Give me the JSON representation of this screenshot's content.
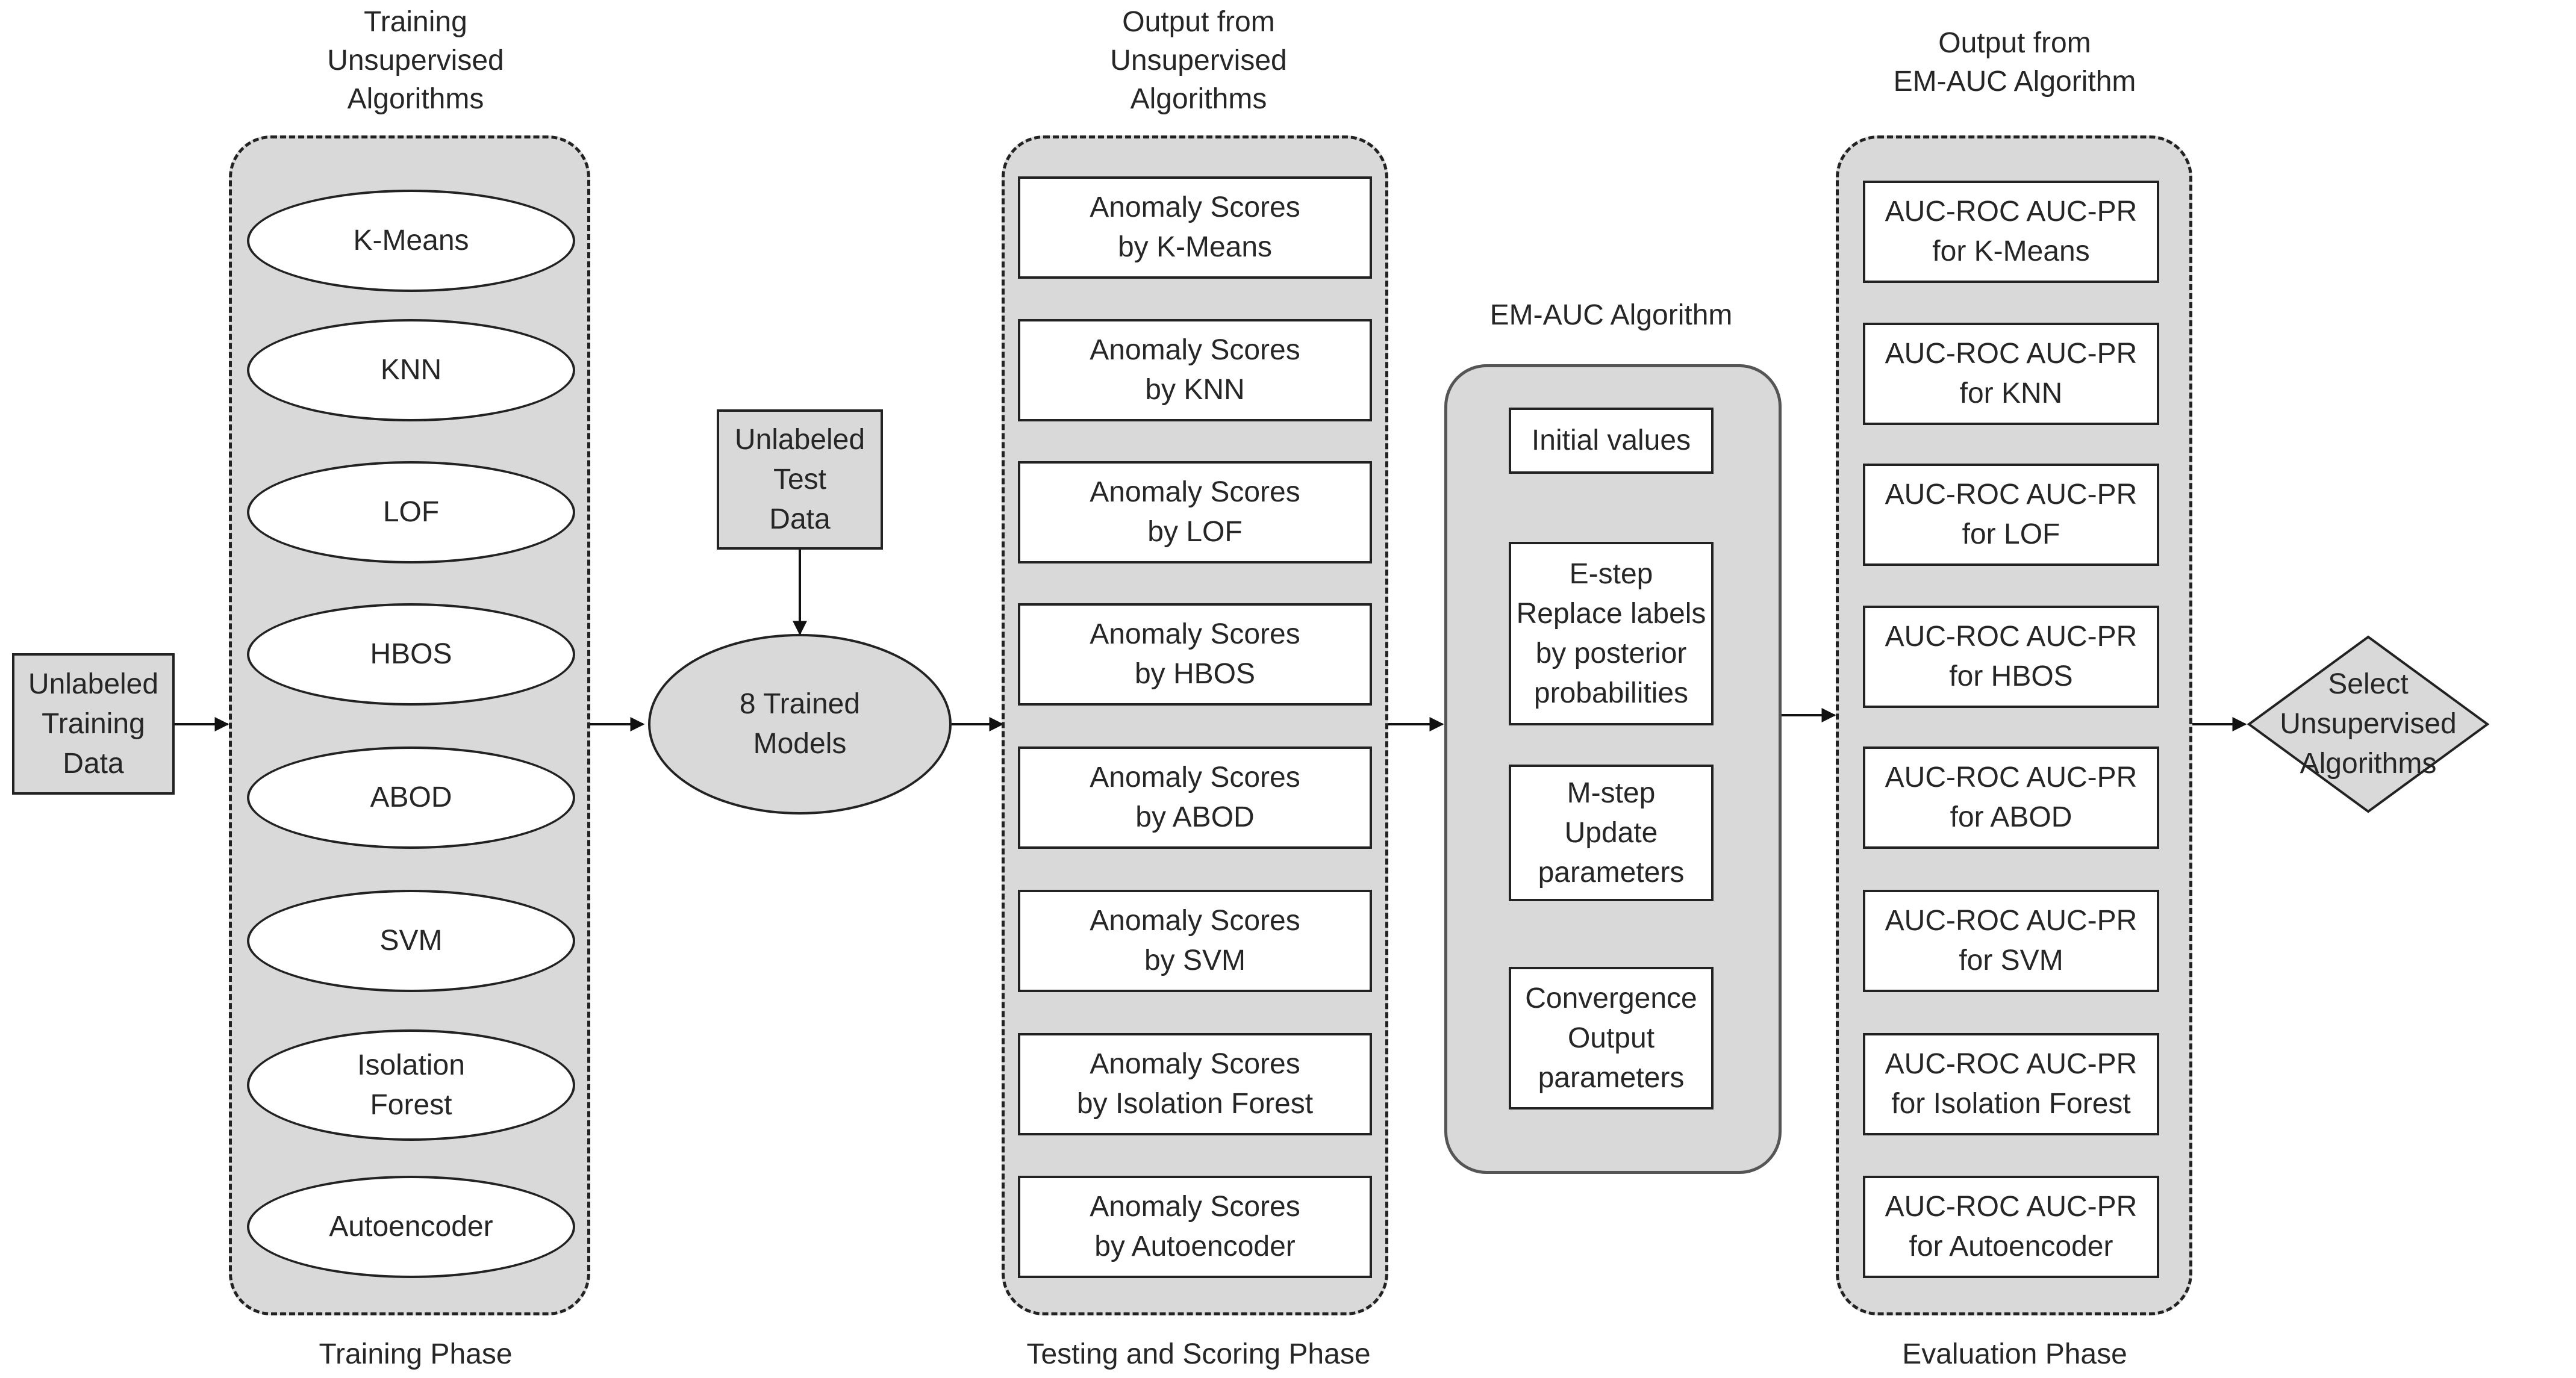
{
  "phases": {
    "training": "Training  Phase",
    "testing": "Testing and Scoring Phase",
    "evaluation": "Evaluation Phase"
  },
  "headers": {
    "training": "Training\nUnsupervised\nAlgorithms",
    "scores": "Output from\nUnsupervised\nAlgorithms",
    "em": "EM-AUC Algorithm",
    "auc": "Output from\nEM-AUC Algorithm"
  },
  "inputs": {
    "training_data": "Unlabeled\nTraining\nData",
    "test_data": "Unlabeled\nTest\nData",
    "trained_models": "8 Trained\nModels",
    "select": "Select\nUnsupervised\nAlgorithms"
  },
  "algorithms": [
    "K-Means",
    "KNN",
    "LOF",
    "HBOS",
    "ABOD",
    "SVM",
    "Isolation\nForest",
    "Autoencoder"
  ],
  "scores": [
    "Anomaly Scores\nby K-Means",
    "Anomaly Scores\nby KNN",
    "Anomaly Scores\nby LOF",
    "Anomaly Scores\nby HBOS",
    "Anomaly Scores\nby ABOD",
    "Anomaly Scores\nby SVM",
    "Anomaly Scores\nby Isolation Forest",
    "Anomaly Scores\nby Autoencoder"
  ],
  "em_steps": {
    "initial": "Initial values",
    "e_step": "E-step\nReplace labels\nby posterior\nprobabilities",
    "m_step": "M-step\nUpdate\nparameters",
    "convergence": "Convergence\nOutput\nparameters"
  },
  "auc_outputs": [
    "AUC-ROC AUC-PR\nfor K-Means",
    "AUC-ROC AUC-PR\nfor KNN",
    "AUC-ROC AUC-PR\nfor LOF",
    "AUC-ROC AUC-PR\nfor HBOS",
    "AUC-ROC AUC-PR\nfor ABOD",
    "AUC-ROC AUC-PR\nfor SVM",
    "AUC-ROC AUC-PR\nfor Isolation Forest",
    "AUC-ROC AUC-PR\nfor Autoencoder"
  ]
}
